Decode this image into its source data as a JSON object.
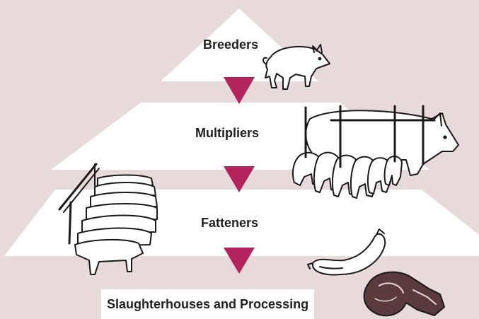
{
  "diagram": {
    "levels": [
      {
        "label": "Breeders",
        "illustration": "boar-icon"
      },
      {
        "label": "Multipliers",
        "illustration": "sow-with-piglets-icon"
      },
      {
        "label": "Fatteners",
        "illustration": "pen-of-pigs-icon"
      },
      {
        "label": "Slaughterhouses and Processing",
        "illustration": "sausage-and-steak-icon"
      }
    ],
    "colors": {
      "background": "#e8dada",
      "pyramid": "#ffffff",
      "arrow": "#b3245e",
      "steak": "#5a3a3c"
    }
  }
}
